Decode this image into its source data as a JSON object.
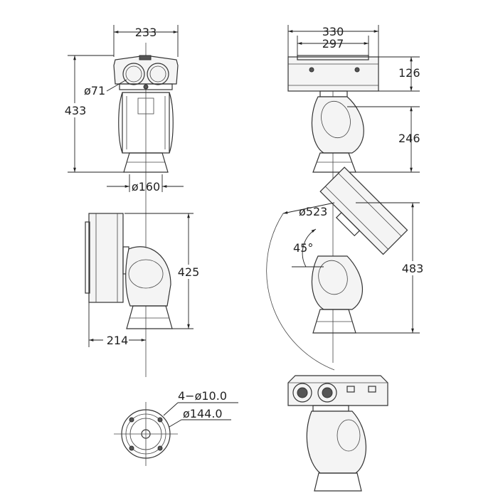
{
  "dimensions": {
    "front_width": "233",
    "front_height": "433",
    "lens_diameter": "ø71",
    "base_diameter": "ø160",
    "top_width_outer": "330",
    "top_width_inner": "297",
    "housing_height": "126",
    "head_height": "246",
    "side_height": "425",
    "side_offset": "214",
    "swing_radius": "ø523",
    "tilt_angle": "45°",
    "tilt_height": "483",
    "bolt_holes": "4−ø10.0",
    "bolt_circle": "ø144.0"
  }
}
